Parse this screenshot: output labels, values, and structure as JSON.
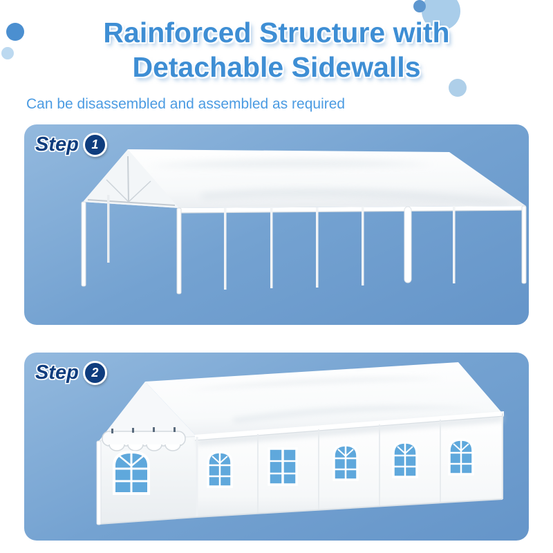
{
  "title": {
    "line1": "Rainforced Structure with",
    "line2": "Detachable Sidewalls"
  },
  "subtitle": "Can be disassembled and assembled as required",
  "steps": [
    {
      "label": "Step",
      "number": "1"
    },
    {
      "label": "Step",
      "number": "2"
    }
  ],
  "colors": {
    "title_text": "#3e8ed4",
    "subtitle_text": "#4b9be2",
    "panel_gradient_top": "#93b9de",
    "panel_gradient_bottom": "#6595c9",
    "step_text": "#0f3d7e",
    "step_badge_bg": "#0f3d7e",
    "tent_fabric": "#ffffff",
    "window_glass": "#5fa8dc",
    "decor_circle_dark": "#4b8fd0",
    "decor_circle_light": "#a9cdea"
  }
}
